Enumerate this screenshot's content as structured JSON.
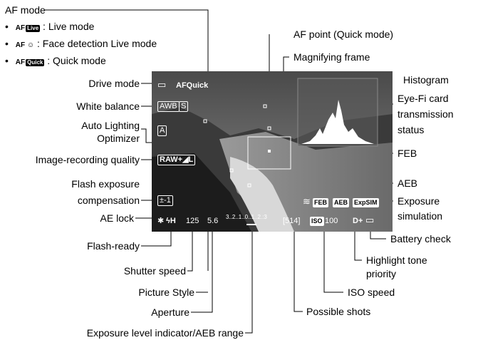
{
  "left_labels": {
    "af_mode": "AF mode",
    "af_live_icon": "AF",
    "af_live_badge": "Live",
    "af_live": ": Live mode",
    "af_face_icon": "AF ☺",
    "af_face": ": Face detection Live mode",
    "af_quick_icon": "AF",
    "af_quick_badge": "Quick",
    "af_quick": ": Quick mode",
    "drive_mode": "Drive mode",
    "white_balance": "White balance",
    "auto_lighting_1": "Auto Lighting",
    "auto_lighting_2": "Optimizer",
    "image_quality": "Image-recording quality",
    "flash_comp_1": "Flash exposure",
    "flash_comp_2": "compensation",
    "ae_lock": "AE lock",
    "flash_ready": "Flash-ready",
    "shutter_speed": "Shutter speed",
    "picture_style": "Picture Style",
    "aperture": "Aperture",
    "exposure_level": "Exposure level indicator/AEB range"
  },
  "right_labels": {
    "af_point": "AF point (Quick mode)",
    "magnifying_frame": "Magnifying frame",
    "histogram": "Histogram",
    "eyefi_1": "Eye-Fi card",
    "eyefi_2": "transmission",
    "eyefi_3": "status",
    "feb": "FEB",
    "aeb": "AEB",
    "exposure_sim_1": "Exposure",
    "exposure_sim_2": "simulation",
    "battery_check": "Battery check",
    "highlight_1": "Highlight tone",
    "highlight_2": "priority",
    "iso_speed": "ISO speed",
    "possible_shots": "Possible shots"
  },
  "screen": {
    "drive": "▭",
    "af_quick": "AFQuick",
    "wb": "AWB",
    "picture_style": "S",
    "alo": "A",
    "quality": "RAW+◢L",
    "flash_comp": "±-1",
    "ae_lock": "✱",
    "flash": "ϟH",
    "shutter": "125",
    "aperture": "5.6",
    "exposure_scale": "3..2..1..0..1..2.:3",
    "shots": "[514]",
    "iso_label": "ISO",
    "iso_value": "100",
    "highlight": "D+",
    "battery": "▭",
    "feb": "FEB",
    "aeb": "AEB",
    "exp_sim": "ExpSIM"
  },
  "colors": {
    "lcd_bg": "#000000",
    "osd_text": "#ffffff"
  }
}
